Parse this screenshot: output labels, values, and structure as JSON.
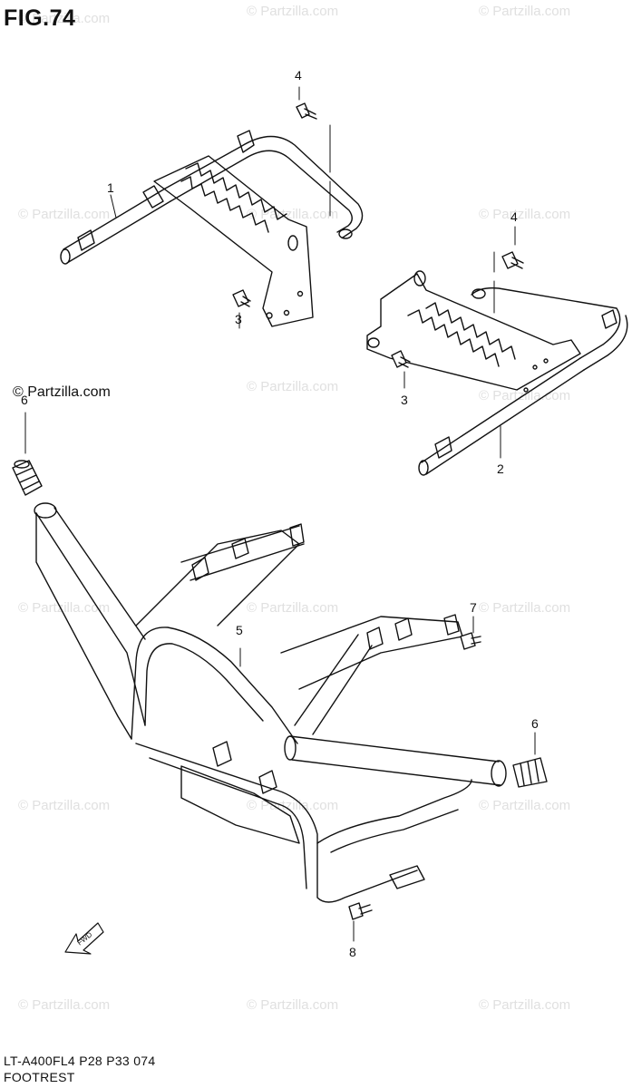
{
  "figure_title": "FIG.74",
  "copyright": "© Partzilla.com",
  "watermark_text": "© Partzilla.com",
  "footer": {
    "code": "LT-A400FL4  P28  P33  074",
    "name": "FOOTREST"
  },
  "callouts": [
    "1",
    "2",
    "3",
    "3",
    "4",
    "4",
    "5",
    "6",
    "6",
    "7",
    "8"
  ],
  "arrow_label": "FWD"
}
